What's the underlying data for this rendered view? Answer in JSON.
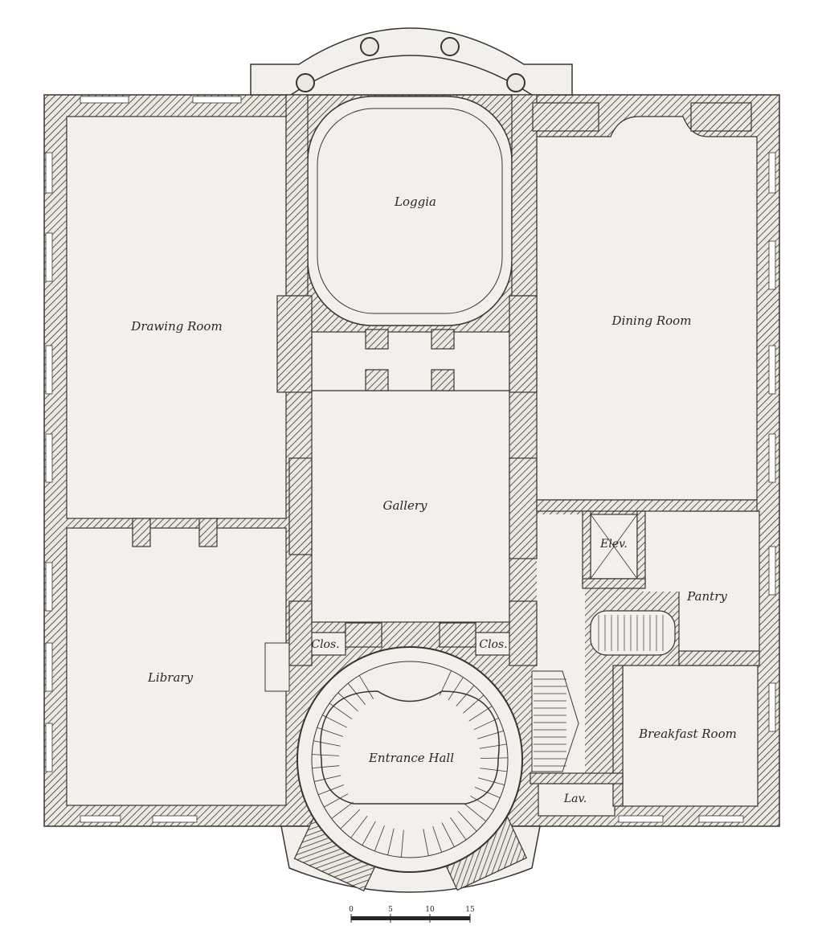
{
  "rooms": {
    "loggia": "Loggia",
    "drawing_room": "Drawing Room",
    "dining_room": "Dining Room",
    "gallery": "Gallery",
    "library": "Library",
    "entrance_hall": "Entrance Hall",
    "closet_left": "Clos.",
    "closet_right": "Clos.",
    "elevator": "Elev.",
    "pantry": "Pantry",
    "breakfast_room": "Breakfast Room",
    "lavatory": "Lav."
  },
  "scale_bar": {
    "ticks": [
      "0",
      "5",
      "10",
      "15"
    ]
  },
  "colors": {
    "wall_fill": "#bdb5a8",
    "wall_stroke": "#3a342e",
    "floor": "#f2f0ec",
    "paper": "#ffffff",
    "ink": "#2a2622"
  }
}
